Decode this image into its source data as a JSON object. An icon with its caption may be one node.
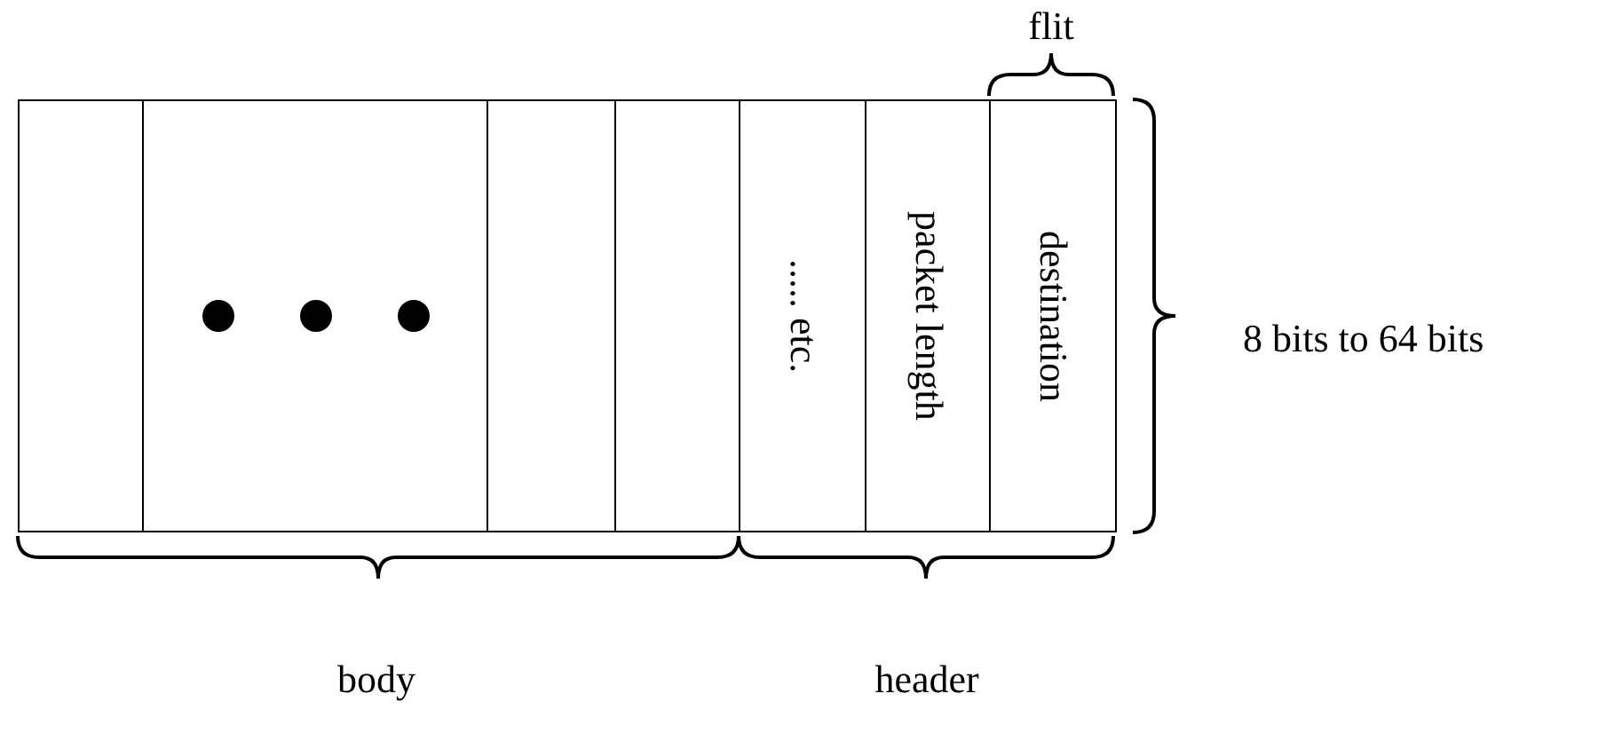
{
  "diagram": {
    "nodes": [
      {
        "text": [],
        "shape": "box"
      },
      {
        "text": [],
        "shape": "box"
      },
      {
        "text": [],
        "shape": "box"
      },
      {
        "text": [],
        "shape": "box"
      },
      {
        "text": [
          "..... etc."
        ]
      },
      {
        "text": [
          "packet length"
        ]
      },
      {
        "text": [
          "destination"
        ]
      }
    ],
    "labels": [
      "flit",
      "8 bits to 64 bits",
      "body",
      "header"
    ]
  }
}
